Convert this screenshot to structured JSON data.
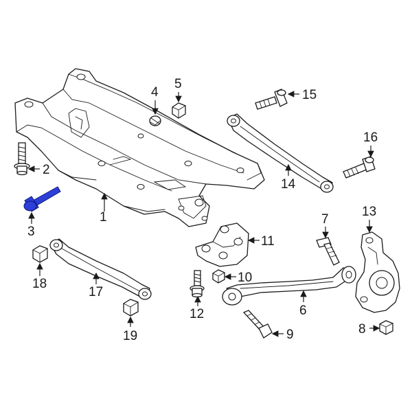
{
  "colors": {
    "line": "#1a1a1a",
    "highlight": "#2d3fd6",
    "background": "#ffffff"
  },
  "callouts": {
    "c1": "1",
    "c2": "2",
    "c3": "3",
    "c4": "4",
    "c5": "5",
    "c6": "6",
    "c7": "7",
    "c8": "8",
    "c9": "9",
    "c10": "10",
    "c11": "11",
    "c12": "12",
    "c13": "13",
    "c14": "14",
    "c15": "15",
    "c16": "16",
    "c17": "17",
    "c18": "18",
    "c19": "19"
  },
  "highlighted_part": "3"
}
